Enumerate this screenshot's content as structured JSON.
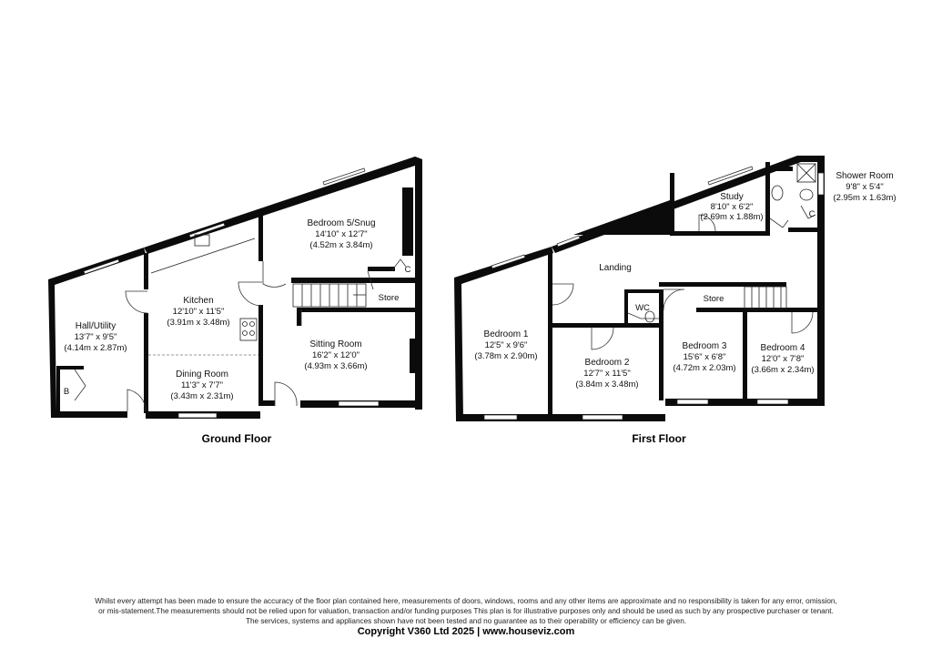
{
  "floors": {
    "ground": {
      "title": "Ground Floor",
      "rooms": {
        "hall": {
          "name": "Hall/Utility",
          "imperial": "13'7\" x 9'5\"",
          "metric": "(4.14m x 2.87m)"
        },
        "kitchen": {
          "name": "Kitchen",
          "imperial": "12'10\" x 11'5\"",
          "metric": "(3.91m x 3.48m)"
        },
        "dining": {
          "name": "Dining Room",
          "imperial": "11'3\" x 7'7\"",
          "metric": "(3.43m x 2.31m)"
        },
        "bedroom5": {
          "name": "Bedroom 5/Snug",
          "imperial": "14'10\" x 12'7\"",
          "metric": "(4.52m x 3.84m)"
        },
        "sitting": {
          "name": "Sitting Room",
          "imperial": "16'2\" x 12'0\"",
          "metric": "(4.93m x 3.66m)"
        }
      },
      "labels": {
        "store": "Store",
        "cupboard": "C",
        "boiler": "B"
      }
    },
    "first": {
      "title": "First Floor",
      "rooms": {
        "bedroom1": {
          "name": "Bedroom 1",
          "imperial": "12'5\" x 9'6\"",
          "metric": "(3.78m x 2.90m)"
        },
        "bedroom2": {
          "name": "Bedroom 2",
          "imperial": "12'7\" x 11'5\"",
          "metric": "(3.84m x 3.48m)"
        },
        "bedroom3": {
          "name": "Bedroom 3",
          "imperial": "15'6\" x 6'8\"",
          "metric": "(4.72m x 2.03m)"
        },
        "bedroom4": {
          "name": "Bedroom 4",
          "imperial": "12'0\" x 7'8\"",
          "metric": "(3.66m x 2.34m)"
        },
        "study": {
          "name": "Study",
          "imperial": "8'10\" x 6'2\"",
          "metric": "(2.69m x 1.88m)"
        },
        "shower": {
          "name": "Shower Room",
          "imperial": "9'8\" x 5'4\"",
          "metric": "(2.95m x 1.63m)"
        },
        "landing": {
          "name": "Landing"
        }
      },
      "labels": {
        "store": "Store",
        "wc": "WC",
        "cupboard": "C"
      }
    }
  },
  "footer": {
    "disclaimer_1": "Whilst every attempt has been made to ensure the accuracy of the floor plan contained here, measurements of doors, windows, rooms and any other items are approximate and no responsibility is taken for any error, omission,",
    "disclaimer_2": "or mis-statement.The measurements should not be relied upon for valuation, transaction and/or funding purposes This plan is for illustrative purposes only and should be used as such by any prospective purchaser or tenant.",
    "disclaimer_3": "The services, systems and appliances shown have not been tested and no guarantee as to their operability or efficiency can be given.",
    "copyright": "Copyright V360 Ltd 2025 | www.houseviz.com"
  }
}
